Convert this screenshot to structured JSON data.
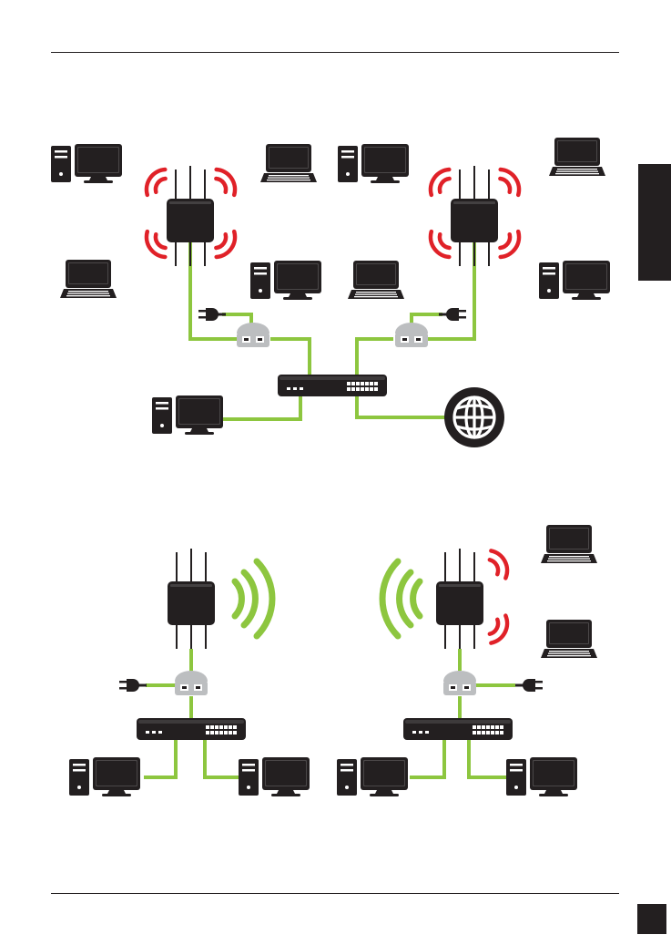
{
  "page": {
    "background": "#ffffff",
    "ink": "#231f20",
    "cable_color": "#8dc63f",
    "wireless_color_ap": "#e02128",
    "wireless_color_bridge": "#8dc63f"
  },
  "diagrams": [
    {
      "id": "wds-with-ap",
      "devices": [
        "access-point-icon",
        "access-point-icon",
        "poe-injector-icon",
        "poe-injector-icon",
        "power-plug-icon",
        "power-plug-icon",
        "network-switch-icon",
        "internet-globe-icon",
        "desktop-pc-icon",
        "laptop-icon"
      ],
      "signals": "wireless-signal-red"
    },
    {
      "id": "wds-bridge",
      "devices": [
        "access-point-icon",
        "access-point-icon",
        "poe-injector-icon",
        "poe-injector-icon",
        "power-plug-icon",
        "power-plug-icon",
        "network-switch-icon",
        "network-switch-icon",
        "desktop-pc-icon",
        "laptop-icon"
      ],
      "signals": "wireless-signal-green"
    }
  ]
}
